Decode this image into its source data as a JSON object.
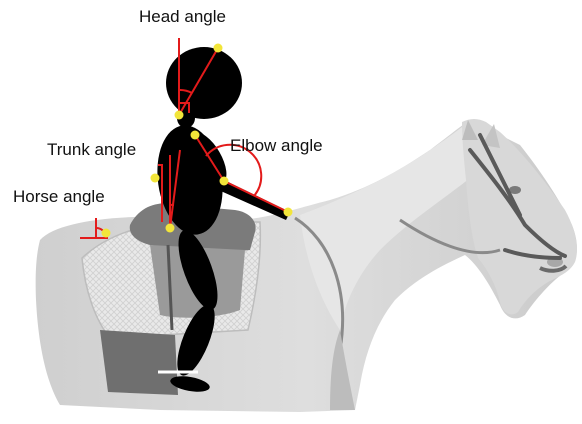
{
  "labels": {
    "head": "Head angle",
    "trunk": "Trunk angle",
    "elbow": "Elbow angle",
    "horse": "Horse angle"
  },
  "colors": {
    "angle_lines": "#e31b1b",
    "markers": "#f2e53a",
    "rider": "#000000",
    "horse_body": "#d4d4d4",
    "saddle_pad": "#e2e2e2"
  }
}
